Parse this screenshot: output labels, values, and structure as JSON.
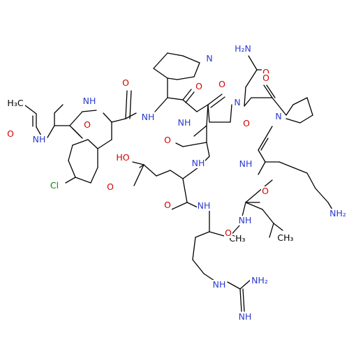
{
  "diagram": {
    "colors": {
      "bond": "#000000",
      "nitrogen": "#2c3bd0",
      "oxygen": "#d20000",
      "chlorine": "#008f00"
    },
    "atom_labels": [
      {
        "id": "me-ch3",
        "text": "H₃C",
        "role": "carbon"
      },
      {
        "id": "ac-o",
        "text": "O",
        "role": "oxygen"
      },
      {
        "id": "ac-nh",
        "text": "NH",
        "role": "nitrogen"
      },
      {
        "id": "abu-o",
        "text": "O",
        "role": "oxygen"
      },
      {
        "id": "cpa-nh",
        "text": "NH",
        "role": "nitrogen"
      },
      {
        "id": "cl",
        "text": "Cl",
        "role": "chlorine"
      },
      {
        "id": "cpa-o",
        "text": "O",
        "role": "oxygen"
      },
      {
        "id": "pal-nh",
        "text": "NH",
        "role": "nitrogen"
      },
      {
        "id": "pyr-n",
        "text": "N",
        "role": "nitrogen"
      },
      {
        "id": "pal-o",
        "text": "O",
        "role": "oxygen"
      },
      {
        "id": "asp-nh",
        "text": "NH",
        "role": "nitrogen"
      },
      {
        "id": "asp-o-ring",
        "text": "O",
        "role": "oxygen"
      },
      {
        "id": "asp-o-side",
        "text": "O",
        "role": "oxygen"
      },
      {
        "id": "glu-oh",
        "text": "HO",
        "role": "oxygen"
      },
      {
        "id": "glu-o-side",
        "text": "O",
        "role": "oxygen"
      },
      {
        "id": "glu-nh",
        "text": "NH",
        "role": "nitrogen"
      },
      {
        "id": "glu-o",
        "text": "O",
        "role": "oxygen"
      },
      {
        "id": "nh2-amide",
        "text": "H₂N",
        "role": "nitrogen"
      },
      {
        "id": "amide-o",
        "text": "O",
        "role": "oxygen"
      },
      {
        "id": "n-ring-left",
        "text": "N",
        "role": "nitrogen"
      },
      {
        "id": "gly-o",
        "text": "O",
        "role": "oxygen"
      },
      {
        "id": "pro-n",
        "text": "N",
        "role": "nitrogen"
      },
      {
        "id": "pro-o",
        "text": "O",
        "role": "oxygen"
      },
      {
        "id": "lys-nh",
        "text": "NH",
        "role": "nitrogen"
      },
      {
        "id": "lys-o",
        "text": "O",
        "role": "oxygen"
      },
      {
        "id": "lys-nh2",
        "text": "NH₂",
        "role": "nitrogen"
      },
      {
        "id": "arg-nh",
        "text": "NH",
        "role": "nitrogen"
      },
      {
        "id": "leu-nh",
        "text": "NH",
        "role": "nitrogen"
      },
      {
        "id": "leu-ch3-a",
        "text": "CH₃",
        "role": "carbon"
      },
      {
        "id": "leu-ch3-b",
        "text": "CH₃",
        "role": "carbon"
      },
      {
        "id": "arg-o",
        "text": "O",
        "role": "oxygen"
      },
      {
        "id": "gua-nh",
        "text": "NH",
        "role": "nitrogen"
      },
      {
        "id": "gua-nh2",
        "text": "NH₂",
        "role": "nitrogen"
      },
      {
        "id": "gua-nh-imine",
        "text": "NH",
        "role": "nitrogen"
      }
    ]
  }
}
